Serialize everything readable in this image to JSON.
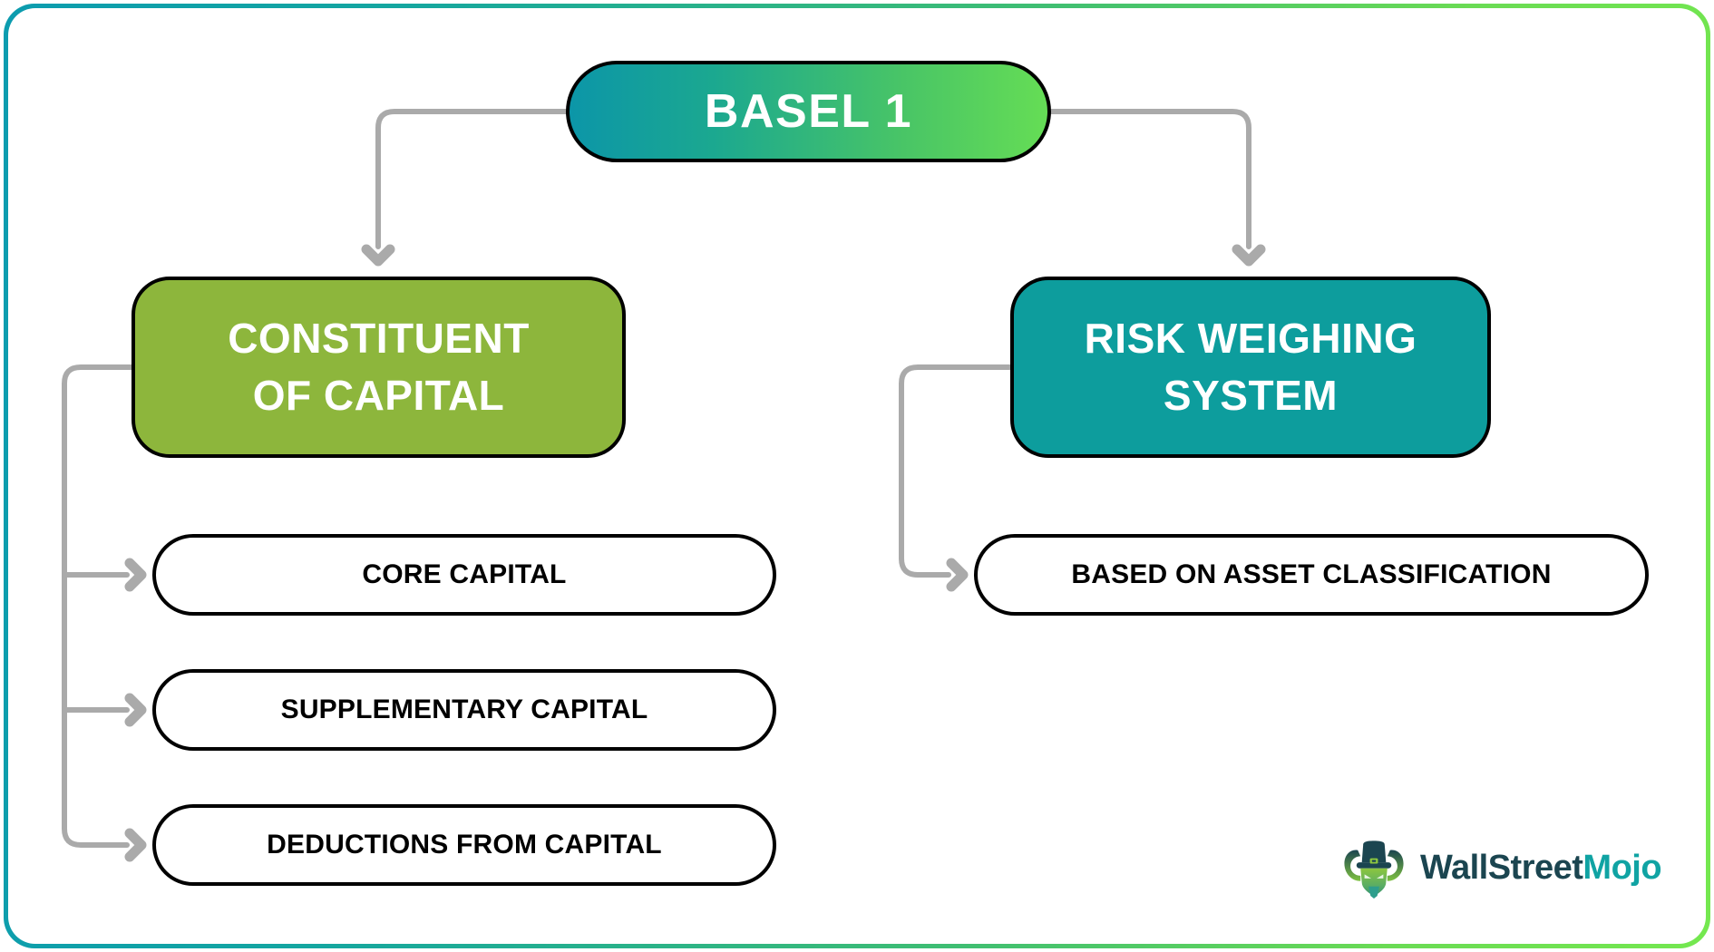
{
  "diagram": {
    "title": "BASEL 1",
    "root": {
      "label": "BASEL 1"
    },
    "branches": [
      {
        "id": "constituent-of-capital",
        "line1": "CONSTITUENT",
        "line2": "OF CAPITAL",
        "color": "#8DB63C",
        "children": [
          {
            "label": "CORE CAPITAL"
          },
          {
            "label": "SUPPLEMENTARY CAPITAL"
          },
          {
            "label": "DEDUCTIONS FROM CAPITAL"
          }
        ]
      },
      {
        "id": "risk-weighing-system",
        "line1": "RISK WEIGHING",
        "line2": "SYSTEM",
        "color": "#0D9D9D",
        "children": [
          {
            "label": "BASED ON ASSET CLASSIFICATION"
          }
        ]
      }
    ],
    "colors": {
      "root_gradient_start": "#0C96A8",
      "root_gradient_end": "#65DD55",
      "border_gradient_start": "#0C9CAF",
      "border_gradient_end": "#74E84F",
      "connector": "#AAAAAA",
      "node_outline": "#000000",
      "leaf_fill": "#FFFFFF",
      "leaf_text": "#000000"
    }
  },
  "logo": {
    "name": "wallstreetmojo-logo",
    "text_primary": "WallStreet",
    "text_accent": "Mojo",
    "primary_color": "#1B4550",
    "accent_color": "#10A3A3",
    "mark": "bull-with-top-hat-icon"
  }
}
